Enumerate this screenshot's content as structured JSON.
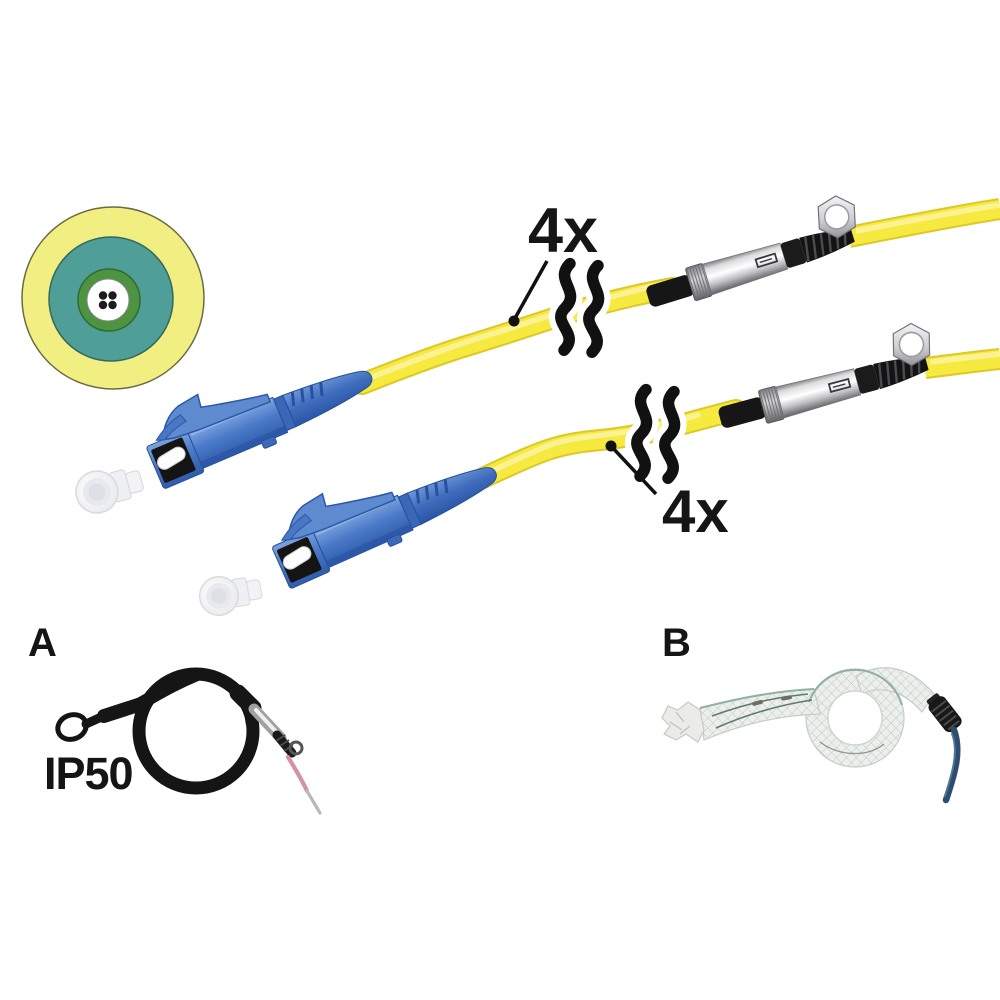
{
  "labels": {
    "fiber_count_top": "4x",
    "fiber_count_bottom": "4x",
    "detail_a": "A",
    "detail_b": "B",
    "protection_rating": "IP50"
  },
  "cross_section": {
    "visible_fiber_dots": 4
  },
  "colors": {
    "cable_jacket": "#f6e93f",
    "cable_edge": "#dcc926",
    "cable_highlight": "#fcf49c",
    "connector_blue": "#4a7ac9",
    "cross_section_outer_jacket": "#f2ef82",
    "cross_section_buffer": "#4f9e98",
    "cross_section_core_ring": "#4e9340",
    "cross_section_center": "#ffffff",
    "fiber_dots": "#1c1c1c",
    "detail_b_cable": "#2d4e6e",
    "text": "#151515"
  }
}
